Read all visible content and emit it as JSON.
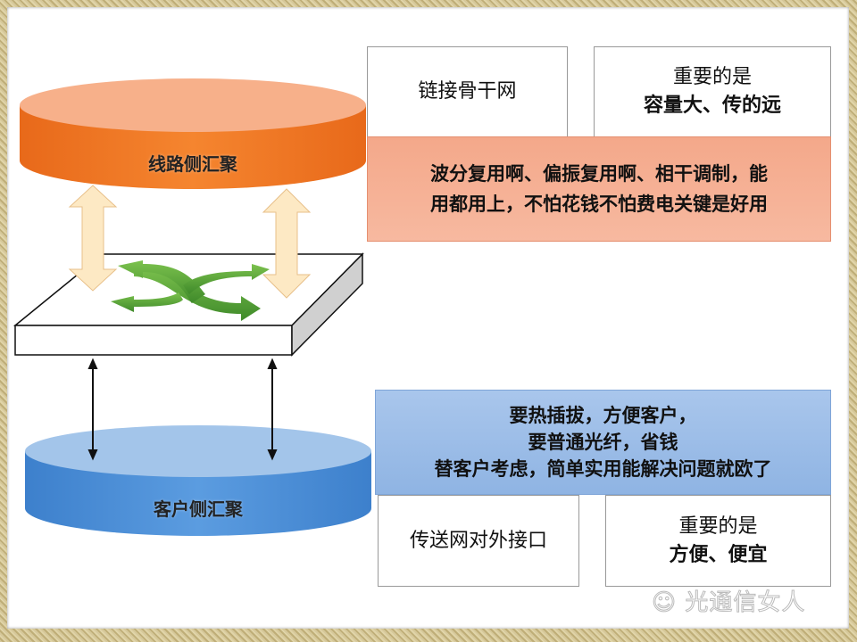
{
  "top_cylinder": {
    "label": "线路侧汇聚",
    "color": "#f07a2a"
  },
  "bottom_cylinder": {
    "label": "客户侧汇聚",
    "color": "#4a8fd8"
  },
  "top_left_box": {
    "text": "链接骨干网"
  },
  "top_right_box": {
    "line1": "重要的是",
    "line2": "容量大、传的远"
  },
  "orange_box": {
    "line1": "波分复用啊、偏振复用啊、相干调制，能",
    "line2": "用都用上，不怕花钱不怕费电关键是好用"
  },
  "blue_box": {
    "line1": "要热插拔，方便客户，",
    "line2": "要普通光纤，省钱",
    "line3": "替客户考虑，简单实用能解决问题就欧了"
  },
  "bottom_left_box": {
    "text": "传送网对外接口"
  },
  "bottom_right_box": {
    "line1": "重要的是",
    "line2": "方便、便宜"
  },
  "watermark": "光通信女人"
}
